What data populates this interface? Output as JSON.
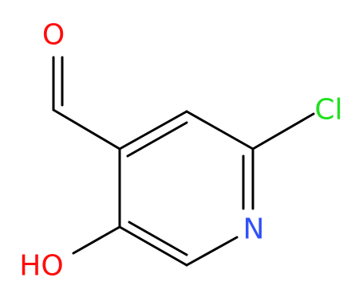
{
  "molecule": {
    "atoms": {
      "aldehyde_oxygen": {
        "label": "O",
        "color": "#ff0d0d"
      },
      "chlorine": {
        "label": "Cl",
        "color": "#1fe01f"
      },
      "ring_nitrogen": {
        "label": "N",
        "color": "#3050f8"
      },
      "hydroxyl": {
        "label": "HO",
        "color": "#ff0d0d"
      }
    }
  }
}
